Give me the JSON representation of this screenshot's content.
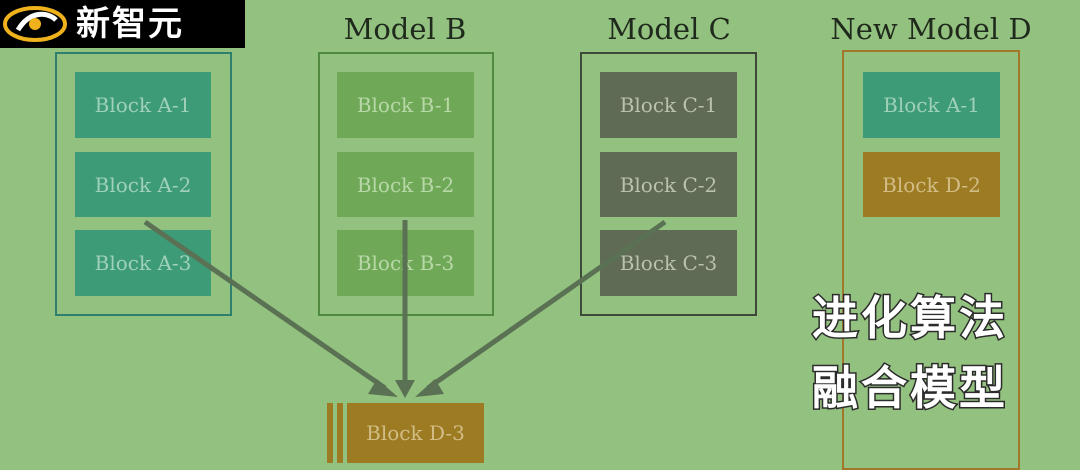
{
  "logo": {
    "text": "新智元"
  },
  "models": {
    "a": {
      "title": "",
      "blocks": [
        "Block A-1",
        "Block A-2",
        "Block A-3"
      ]
    },
    "b": {
      "title": "Model B",
      "blocks": [
        "Block B-1",
        "Block B-2",
        "Block B-3"
      ]
    },
    "c": {
      "title": "Model C",
      "blocks": [
        "Block C-1",
        "Block C-2",
        "Block C-3"
      ]
    },
    "d": {
      "title": "New Model D",
      "blocks": [
        "Block A-1",
        "Block D-2"
      ]
    }
  },
  "merged_block": {
    "label": "Block D-3"
  },
  "overlay": {
    "line1": "进化算法",
    "line2": "融合模型"
  },
  "colors": {
    "background": "#93c17f",
    "model_a_border": "#2f7f6e",
    "model_b_border": "#4f8a3e",
    "model_c_border": "#3d4a3a",
    "model_d_border": "#a3772a",
    "arrow": "#5a7154"
  }
}
